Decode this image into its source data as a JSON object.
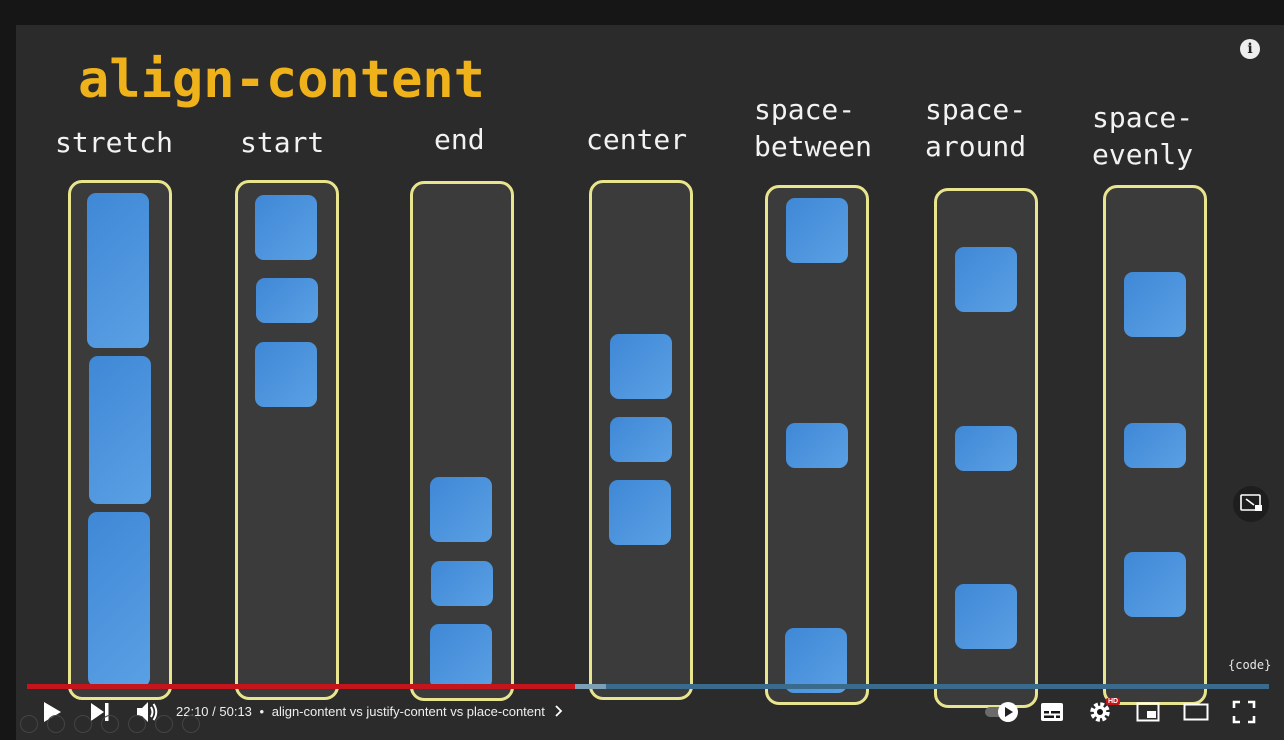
{
  "slide": {
    "title": "align-content",
    "columns": [
      {
        "label": "stretch"
      },
      {
        "label": "start"
      },
      {
        "label": "end"
      },
      {
        "label": "center"
      },
      {
        "label": "space-\nbetween"
      },
      {
        "label": "space-\naround"
      },
      {
        "label": "space-\nevenly"
      }
    ],
    "code_tag": "{code}"
  },
  "player": {
    "time_current": "22:10",
    "time_total": "50:13",
    "time_display": "22:10 / 50:13",
    "separator": "•",
    "chapter_title": "align-content vs justify-content vs place-content",
    "hd_badge": "HD",
    "progress_played_fraction": 0.4416,
    "colors": {
      "played": "#c4151c",
      "accent_title": "#f0b21a",
      "container_border": "#e9e58e",
      "box": "#4a93dc"
    },
    "icons": [
      "play-icon",
      "next-icon",
      "volume-icon",
      "autoplay-toggle-icon",
      "subtitles-icon",
      "settings-icon",
      "miniplayer-icon",
      "theater-icon",
      "fullscreen-icon",
      "info-icon"
    ]
  }
}
